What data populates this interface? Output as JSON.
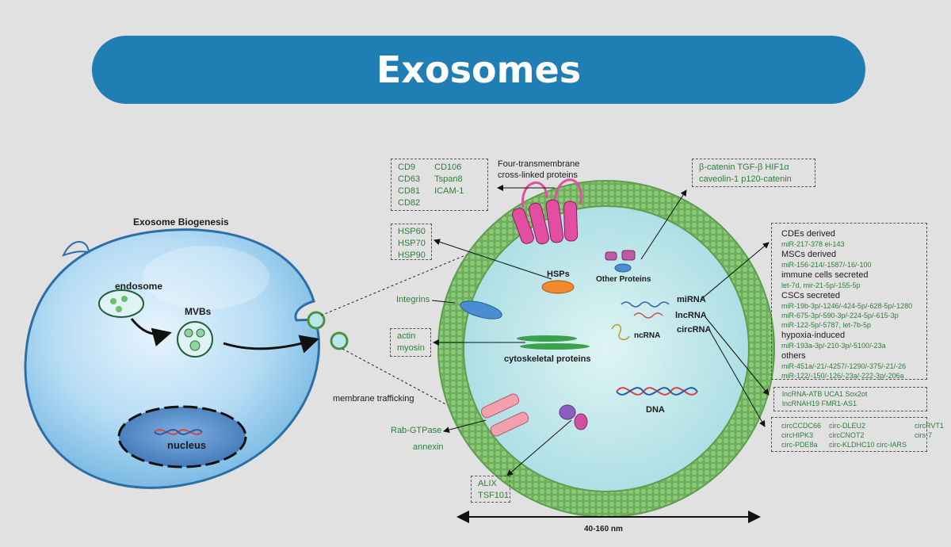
{
  "title": "Exosomes",
  "biogenesis": {
    "title": "Exosome Biogenesis",
    "endosome": "endosome",
    "mvbs": "MVBs",
    "nucleus": "nucleus"
  },
  "membrane_trafficking": "membrane trafficking",
  "size_label": "40-160 nm",
  "tetraspanins": {
    "label_line1": "Four-transmembrane",
    "label_line2": "cross-linked proteins",
    "col1": [
      "CD9",
      "CD63",
      "CD81",
      "CD82"
    ],
    "col2": [
      "CD106",
      "Tspan8",
      "ICAM-1"
    ]
  },
  "hsps": {
    "label": "HSPs",
    "items": [
      "HSP60",
      "HSP70",
      "HSP90"
    ]
  },
  "integrins": "Integrins",
  "cytoskeletal": {
    "label": "cytoskeletal proteins",
    "items": [
      "actin",
      "myosin"
    ]
  },
  "rab": [
    "Rab-GTPase",
    "annexin"
  ],
  "alix": [
    "ALIX",
    "TSF101"
  ],
  "other_proteins": {
    "label": "Other Proteins",
    "line1": "β-catenin  TGF-β  HIF1α",
    "line2": "caveolin-1  p120-catenin"
  },
  "dna": "DNA",
  "ncrna": {
    "label": "ncRNA",
    "mirna": "miRNA",
    "lncrna": "lncRNA",
    "circrna": "circRNA"
  },
  "mirna_box": [
    {
      "h": "CDEs derived",
      "lines": [
        "miR-217-378 ei-143"
      ]
    },
    {
      "h": "MSCs derived",
      "lines": [
        "miR-156-214/-1587/-16/-100"
      ]
    },
    {
      "h": "immune cells secreted",
      "lines": [
        "let-7d, mir-21-5p/-155-5p"
      ]
    },
    {
      "h": "CSCs secreted",
      "lines": [
        "miR-19b-3p/-1246/-424-5p/-628-5p/-1280",
        "miR-675-3p/-590-3p/-224-5p/-615-3p",
        "miR-122-5p/-5787, let-7b-5p"
      ]
    },
    {
      "h": "hypoxia-induced",
      "lines": [
        "miR-193a-3p/-210-3p/-5100/-23a"
      ]
    },
    {
      "h": "others",
      "lines": [
        "miR-451a/-21/-4257/-1290/-375/-21/-26",
        "miR-122/-150/-126/-23a/-222-3p/-206a"
      ]
    }
  ],
  "lncrna_box": [
    "lncRNA-ATB  UCA1  Sox2ot",
    "lncRNAH19  FMR1-AS1"
  ],
  "circrna_box": [
    [
      "circCCDC66",
      "circ-DLEU2",
      "circRVT1"
    ],
    [
      "circHIPK3",
      "circCNOT2",
      "cirs-7"
    ],
    [
      "circ-PDE8a",
      "circ-KLDHC10 circ-IARS"
    ]
  ],
  "colors": {
    "title_bar": "#1f7eb3",
    "cell": "#4fa6da",
    "vesicle_membrane": "#7cb86b",
    "vesicle_lumen": "#b9e6ea",
    "label_green": "#2d7e3b"
  }
}
